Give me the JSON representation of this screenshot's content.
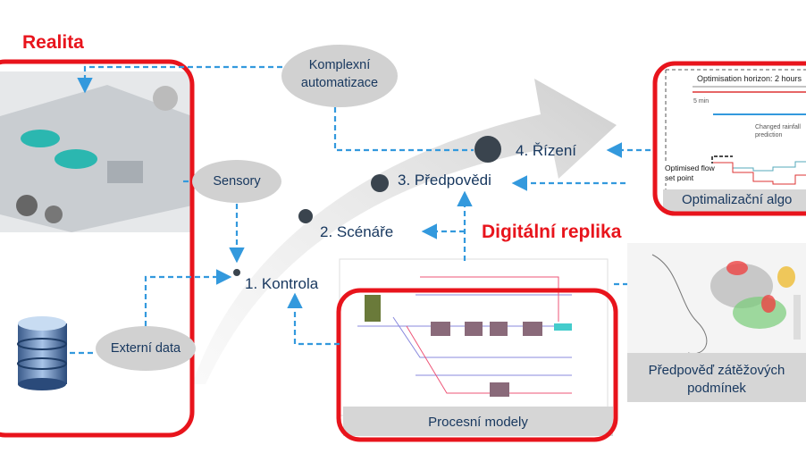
{
  "titles": {
    "reality": "Realita",
    "digital_replica": "Digitální replika"
  },
  "steps": [
    "1. Kontrola",
    "2. Scénáře",
    "3. Předpovědi",
    "4. Řízení"
  ],
  "bubbles": {
    "automation": "Komplexní automatizace",
    "automation_line1": "Komplexní",
    "automation_line2": "automatizace",
    "sensors": "Sensory",
    "external": "Externí data"
  },
  "panels": {
    "process_models": "Procesní modely",
    "optimization": "Optimalizační algo",
    "forecast_line1": "Předpověď zátěžových",
    "forecast_line2": "podmínek"
  },
  "optimization_chart": {
    "horizon": "Optimisation horizon: 2 hours",
    "step": "5 min",
    "rain_line1": "Changed rainfall",
    "rain_line2": "prediction",
    "flow_line1": "Optimised flow",
    "flow_line2": "set point"
  },
  "colors": {
    "red": "#e8141c",
    "blue_dash": "#3399dd",
    "arrow_grey": "#d4d4d4",
    "dot": "#3a444e",
    "text_blue": "#17375e"
  }
}
